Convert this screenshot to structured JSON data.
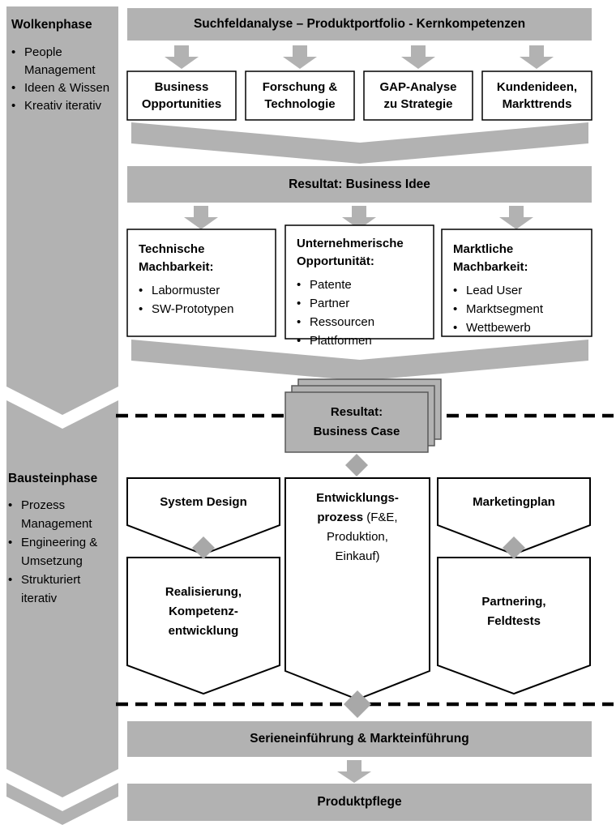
{
  "colors": {
    "shape_gray": "#b2b2b2",
    "diamond_gray": "#a8a8a8",
    "box_white": "#ffffff"
  },
  "sidebar": {
    "wolkenphase": {
      "title": "Wolkenphase",
      "bullets": [
        "People Management",
        "Ideen & Wissen",
        "Kreativ iterativ"
      ]
    },
    "bausteinphase": {
      "title": "Bausteinphase",
      "bullets": [
        "Prozess Management",
        "Engineering & Umsetzung",
        "Strukturiert iterativ"
      ]
    }
  },
  "flow": {
    "top_bar": "Suchfeldanalyse – Produktportfolio - Kernkompetenzen",
    "row1": [
      "Business Opportunities",
      "Forschung & Technologie",
      "GAP-Analyse zu Strategie",
      "Kundenideen, Markttrends"
    ],
    "resultat_idee": "Resultat: Business Idee",
    "row2": [
      {
        "title": "Technische Machbarkeit:",
        "bullets": [
          "Labormuster",
          "SW-Prototypen"
        ]
      },
      {
        "title": "Unternehmerische Opportunität:",
        "bullets": [
          "Patente",
          "Partner",
          "Ressourcen",
          "Plattformen"
        ]
      },
      {
        "title": "Marktliche Machbarkeit:",
        "bullets": [
          "Lead User",
          "Marktsegment",
          "Wettbewerb"
        ]
      }
    ],
    "business_case_lines": [
      "Resultat:",
      "Business Case"
    ],
    "columns": {
      "system_design": "System Design",
      "entwicklung_bold": "Entwicklungs-prozess",
      "entwicklung_normal": "(F&E, Produktion, Einkauf)",
      "marketingplan": "Marketingplan",
      "realisierung_lines": [
        "Realisierung,",
        "Kompetenz-",
        "entwicklung"
      ],
      "partnering_lines": [
        "Partnering,",
        "Feldtests"
      ]
    },
    "serien_bar": "Serieneinführung & Markteinführung",
    "produktpflege": "Produktpflege"
  }
}
